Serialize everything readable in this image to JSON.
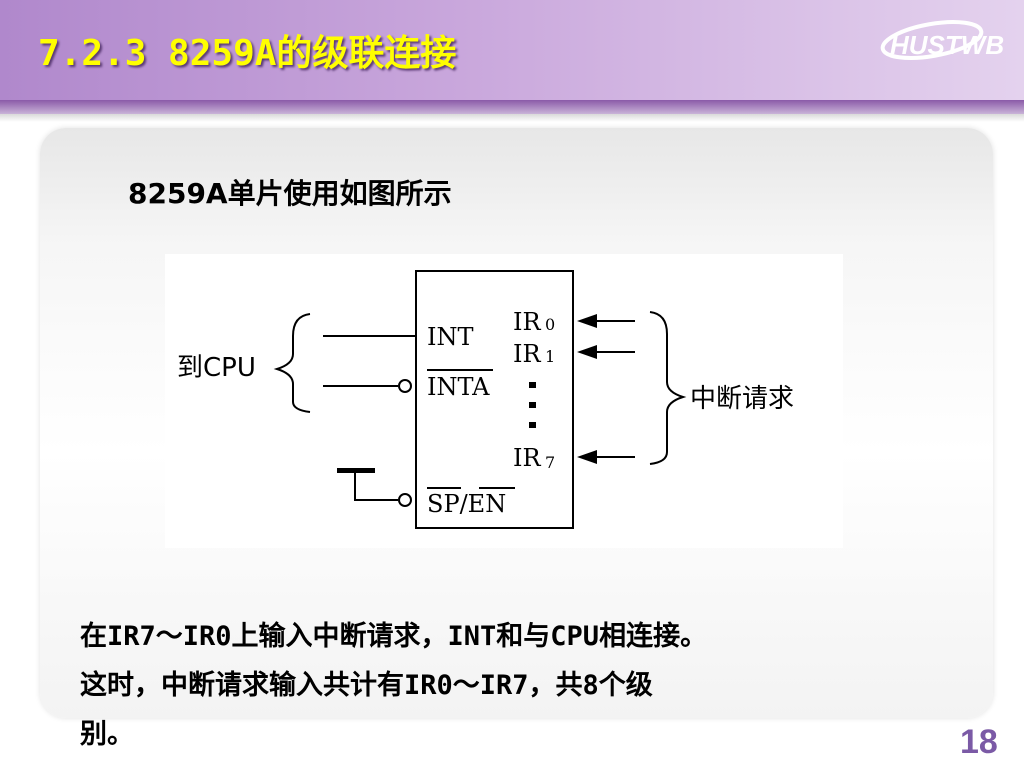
{
  "header": {
    "title": "7.2.3  8259A的级联连接",
    "logo_text": "HUSTWB"
  },
  "content": {
    "subtitle": "8259A单片使用如图所示",
    "diagram": {
      "left_label": "到CPU",
      "right_label": "中断请求",
      "pins": {
        "int": "INT",
        "inta": "INTA",
        "sp_en": "SP/EN",
        "ir0": "IR",
        "ir0_sub": "0",
        "ir1": "IR",
        "ir1_sub": "1",
        "ir7": "IR",
        "ir7_sub": "7"
      }
    },
    "paragraph_line1": "在IR7～IR0上输入中断请求，INT和与CPU相连接。",
    "paragraph_line2": "这时，中断请求输入共计有IR0～IR7，共8个级",
    "paragraph_line3": "别。"
  },
  "footer": {
    "page_number": "18"
  },
  "colors": {
    "title": "#ffff00",
    "header": "#b088cc",
    "page_number": "#7b5aa6"
  }
}
